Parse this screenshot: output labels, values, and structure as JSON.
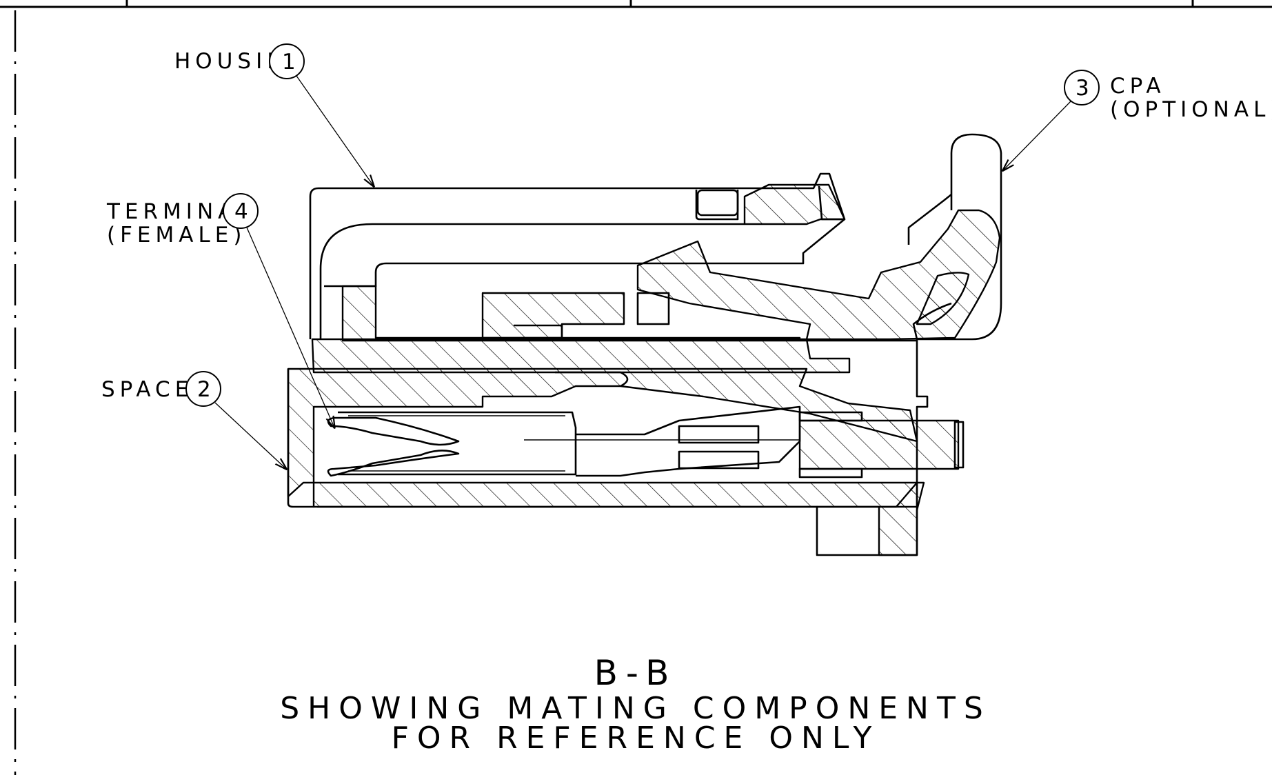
{
  "callouts": {
    "housing": {
      "label": "HOUSING",
      "number": "1"
    },
    "spacer": {
      "label": "SPACER",
      "number": "2"
    },
    "cpa": {
      "label_line1": "CPA",
      "label_line2": "(OPTIONAL)",
      "number": "3"
    },
    "terminal": {
      "label_line1": "TERMINAL",
      "label_line2": "(FEMALE)",
      "number": "4"
    }
  },
  "section": {
    "title": "B-B",
    "caption_line1": "SHOWING MATING COMPONENTS",
    "caption_line2": "FOR REFERENCE ONLY"
  }
}
